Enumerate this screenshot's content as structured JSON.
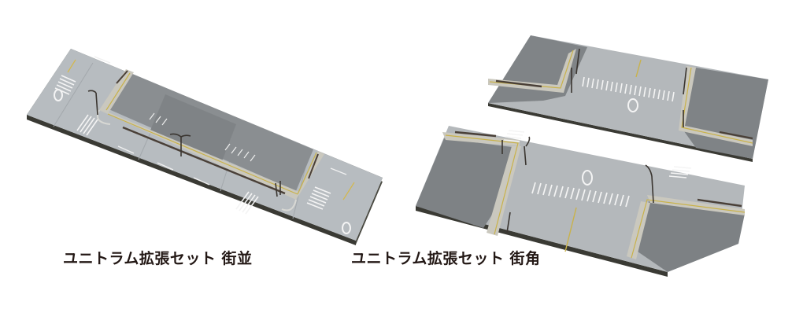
{
  "products": [
    {
      "id": "machinami",
      "caption": "ユニトラム拡張セット 街並",
      "description": "Long tram street block diorama board with sidewalks, crosswalks, street lamps and fences"
    },
    {
      "id": "machikado",
      "caption": "ユニトラム拡張セット 街角",
      "description": "Two intersection street-corner diorama boards with crosswalks, traffic signals and street lamps"
    }
  ],
  "colors": {
    "background": "#ffffff",
    "caption_text": "#231815",
    "road_light": "#b9bec2",
    "road_mid": "#a7adb1",
    "block_dark": "#7d8184",
    "board_edge": "#3a3a34",
    "sidewalk": "#c9c7bd",
    "yellow_line": "#c9b24a",
    "marking": "#f4f4f4",
    "fence": "#4a4038"
  }
}
